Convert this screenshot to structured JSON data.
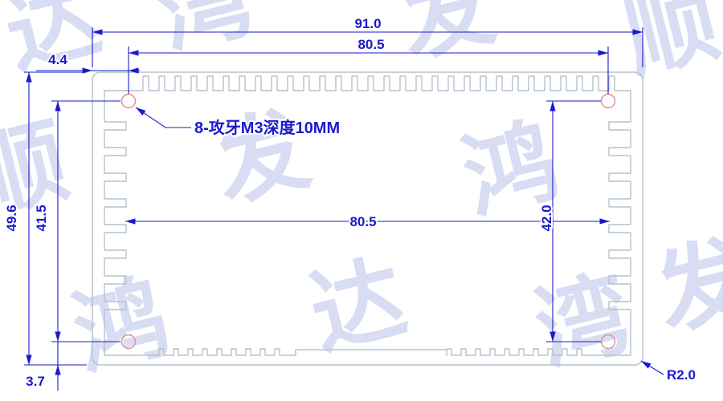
{
  "dimensions": {
    "overall_width": "91.0",
    "hole_span_top": "80.5",
    "edge_to_hole": "4.4",
    "overall_height": "49.6",
    "hole_span_left": "41.5",
    "hole_to_edge_bottom": "3.7",
    "inner_span": "80.5",
    "hole_span_right": "42.0"
  },
  "annotations": {
    "tapped_holes": "8-攻牙M3深度10MM",
    "corner_radius": "R2.0"
  },
  "colors": {
    "dimension_blue": "#1a1acd",
    "outline_gray": "#b6c2cc",
    "hole_red": "#dd8f8f",
    "watermark_purple": "#aab3e4"
  },
  "watermark": {
    "chars": [
      {
        "char": "达"
      },
      {
        "char": "湾"
      },
      {
        "char": "发"
      },
      {
        "char": "顺"
      },
      {
        "char": "顺"
      },
      {
        "char": "发"
      },
      {
        "char": "鸿"
      },
      {
        "char": "鸿"
      },
      {
        "char": "达"
      },
      {
        "char": "湾"
      },
      {
        "char": "发"
      }
    ]
  }
}
